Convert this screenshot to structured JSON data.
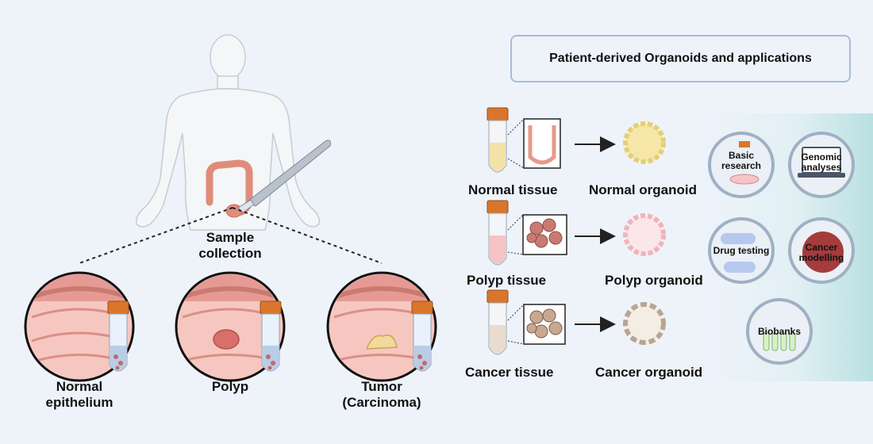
{
  "title": "Patient-derived Organoids and applications",
  "sample_collection": {
    "line1": "Sample",
    "line2": "collection"
  },
  "tissue_types": [
    {
      "line1": "Normal",
      "line2": "epithelium"
    },
    {
      "line1": "Polyp",
      "line2": ""
    },
    {
      "line1": "Tumor",
      "line2": "(Carcinoma)"
    }
  ],
  "rows": [
    {
      "tissue": "Normal tissue",
      "organoid": "Normal organoid"
    },
    {
      "tissue": "Polyp tissue",
      "organoid": "Polyp organoid"
    },
    {
      "tissue": "Cancer tissue",
      "organoid": "Cancer organoid"
    }
  ],
  "applications": [
    {
      "line1": "Basic",
      "line2": "research",
      "icon": "petri-dish-icon"
    },
    {
      "line1": "Genomic",
      "line2": "analyses",
      "icon": "laptop-icon"
    },
    {
      "line1": "Drug testing",
      "line2": "",
      "icon": "capsule-icon"
    },
    {
      "line1": "Cancer",
      "line2": "modelling",
      "icon": "tumor-icon"
    },
    {
      "line1": "Biobanks",
      "line2": "",
      "icon": "test-tubes-icon"
    }
  ],
  "colors": {
    "background": "#eef3fa",
    "tube_cap": "#d9762b",
    "colon": "#e79a8a",
    "normal_organoid": "#f6e7a8",
    "polyp_organoid": "#f8d4d8",
    "cancer_organoid": "#e8dccd",
    "panel_gradient_end": "#b9e0e2"
  }
}
